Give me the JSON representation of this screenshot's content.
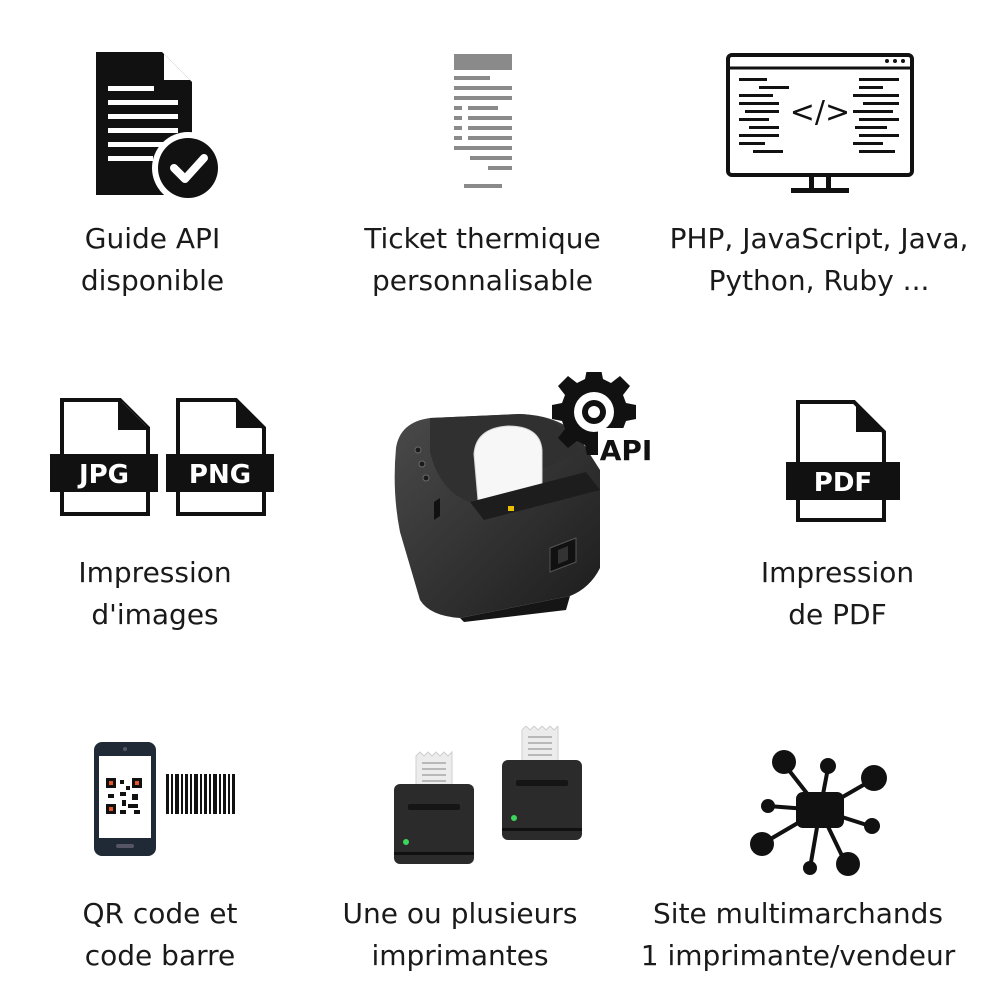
{
  "features": [
    {
      "id": "api-guide",
      "line1": "Guide API",
      "line2": "disponible",
      "icon": "document-check-icon"
    },
    {
      "id": "thermal-ticket",
      "line1": "Ticket thermique",
      "line2": "personnalisable",
      "icon": "receipt-icon"
    },
    {
      "id": "languages",
      "line1": "PHP, JavaScript, Java,",
      "line2": "Python, Ruby ...",
      "icon": "code-monitor-icon"
    },
    {
      "id": "images",
      "line1": "Impression",
      "line2": "d'images",
      "icon": "image-files-icon"
    },
    {
      "id": "pdf",
      "line1": "Impression",
      "line2": "de PDF",
      "icon": "pdf-file-icon"
    },
    {
      "id": "qr",
      "line1": "QR code et",
      "line2": "code barre",
      "icon": "qr-barcode-icon"
    },
    {
      "id": "printers",
      "line1": "Une ou plusieurs",
      "line2": "imprimantes",
      "icon": "printers-icon"
    },
    {
      "id": "marketplace",
      "line1": "Site multimarchands",
      "line2": "1 imprimante/vendeur",
      "icon": "network-hub-icon"
    }
  ],
  "badges": {
    "jpg": "JPG",
    "png": "PNG",
    "pdf": "PDF",
    "api": "API",
    "code": "</>"
  },
  "colors": {
    "icon": "#111111",
    "receipt": "#8a8a8a",
    "printer_body": "#2b2b2b",
    "led": "#3cd65a"
  }
}
